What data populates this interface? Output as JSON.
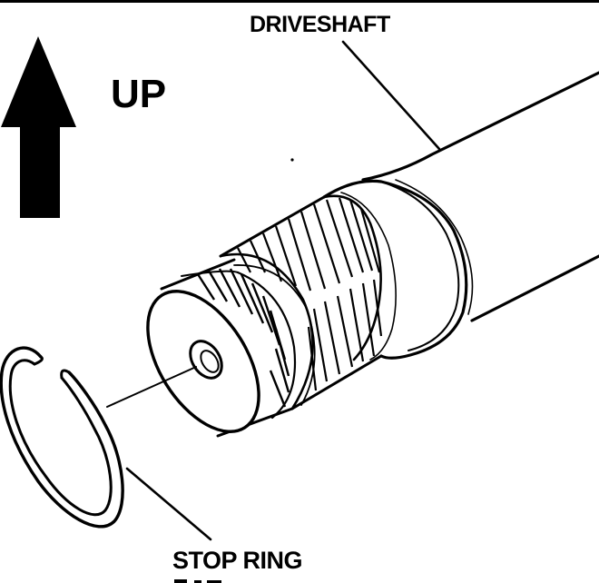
{
  "labels": {
    "up": "UP",
    "driveshaft": "DRIVESHAFT",
    "stop_ring": "STOP RING"
  },
  "icons": {
    "direction": "arrow-up-icon"
  },
  "colors": {
    "ink": "#000000",
    "paper": "#ffffff"
  }
}
